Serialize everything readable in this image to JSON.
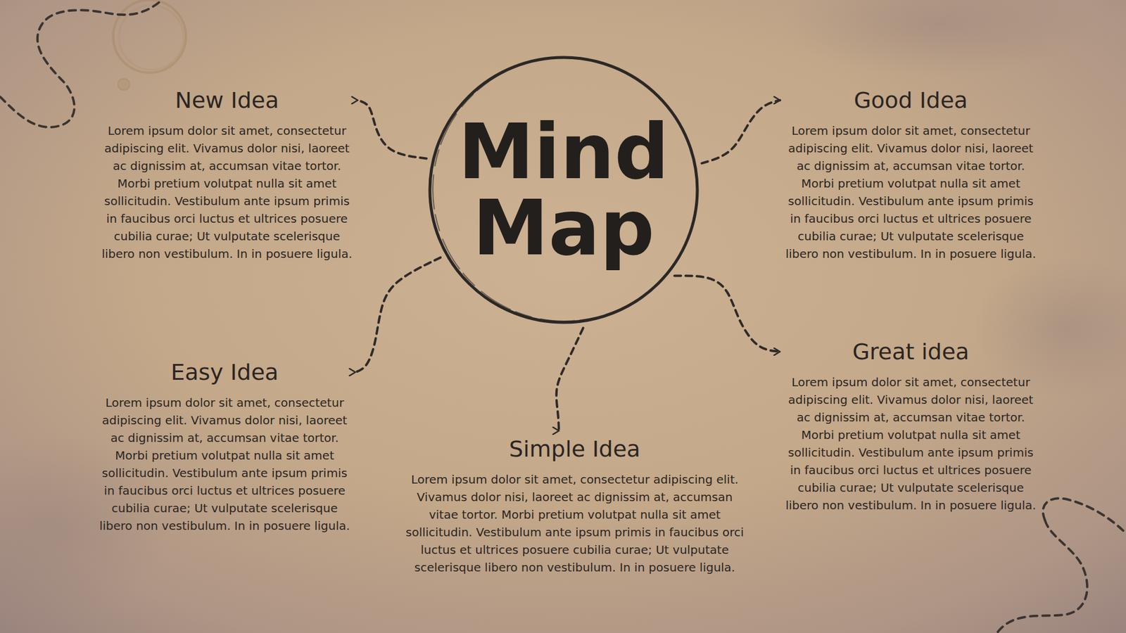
{
  "diagram": {
    "nodes": [
      {
        "text": [
          "Mind Map"
        ]
      },
      {
        "text": [
          "New Idea",
          "Lorem ipsum dolor sit amet, consectetur adipiscing elit. Vivamus dolor nisi, laoreet ac dignissim at, accumsan vitae tortor. Morbi pretium volutpat nulla sit amet sollicitudin. Vestibulum ante ipsum primis in faucibus orci luctus et ultrices posuere cubilia curae; Ut vulputate scelerisque libero non vestibulum. In in posuere ligula."
        ]
      },
      {
        "text": [
          "Good Idea",
          "Lorem ipsum dolor sit amet, consectetur adipiscing elit. Vivamus dolor nisi, laoreet ac dignissim at, accumsan vitae tortor. Morbi pretium volutpat nulla sit amet sollicitudin. Vestibulum ante ipsum primis in faucibus orci luctus et ultrices posuere cubilia curae; Ut vulputate scelerisque libero non vestibulum. In in posuere ligula."
        ]
      },
      {
        "text": [
          "Easy Idea",
          "Lorem ipsum dolor sit amet, consectetur adipiscing elit. Vivamus dolor nisi, laoreet ac dignissim at, accumsan vitae tortor. Morbi pretium volutpat nulla sit amet sollicitudin. Vestibulum ante ipsum primis in faucibus orci luctus et ultrices posuere cubilia curae; Ut vulputate scelerisque libero non vestibulum. In in posuere ligula."
        ]
      },
      {
        "text": [
          "Simple Idea",
          "Lorem ipsum dolor sit amet, consectetur adipiscing elit. Vivamus dolor nisi, laoreet ac dignissim at, accumsan vitae tortor. Morbi pretium volutpat nulla sit amet sollicitudin. Vestibulum ante ipsum primis in faucibus orci luctus et ultrices posuere cubilia curae; Ut vulputate scelerisque libero non vestibulum. In in posuere ligula."
        ]
      },
      {
        "text": [
          "Great idea",
          "Lorem ipsum dolor sit amet, consectetur adipiscing elit. Vivamus dolor nisi, laoreet ac dignissim at, accumsan vitae tortor. Morbi pretium volutpat nulla sit amet sollicitudin. Vestibulum ante ipsum primis in faucibus orci luctus et ultrices posuere cubilia curae; Ut vulputate scelerisque libero non vestibulum. In in posuere ligula."
        ]
      }
    ],
    "edges": [
      {
        "from": 0,
        "to": 1,
        "arrow": "to"
      },
      {
        "from": 0,
        "to": 2,
        "arrow": "to"
      },
      {
        "from": 0,
        "to": 3,
        "arrow": "to"
      },
      {
        "from": 0,
        "to": 4,
        "arrow": "to"
      },
      {
        "from": 0,
        "to": 5,
        "arrow": "to"
      }
    ]
  }
}
